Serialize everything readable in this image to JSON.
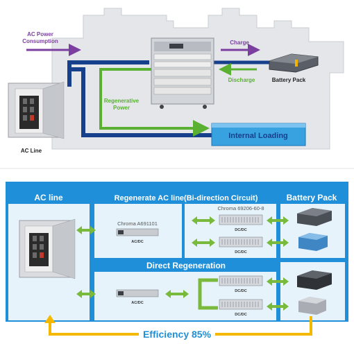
{
  "top": {
    "ac_power_consumption": [
      "AC Power",
      "Consumption"
    ],
    "charge": "Charge",
    "discharge": "Discharge",
    "battery_pack": "Battery Pack",
    "regenerative_power": [
      "Regenerative",
      "Power"
    ],
    "internal_loading": "Internal Loading",
    "ac_line": "AC Line"
  },
  "bottom": {
    "ac_line_header": "AC line",
    "regen_header": "Regenerate AC line(Bi-direction Circuit)",
    "battery_header": "Battery Pack",
    "direct_regen_header": "Direct Regeneration",
    "chroma_a691101": "Chroma A691101",
    "chroma_69206": "Chroma 69206-60-8",
    "acdc": "AC/DC",
    "dcdc": "DC/DC",
    "efficiency": "Efficiency 85%"
  },
  "colors": {
    "blue_line": "#163f8c",
    "purple": "#7b3fa0",
    "green": "#5ab031",
    "light_blue": "#1e8fd8",
    "efficiency": "#1e8fd8",
    "yellow_arrow": "#f5b800"
  }
}
